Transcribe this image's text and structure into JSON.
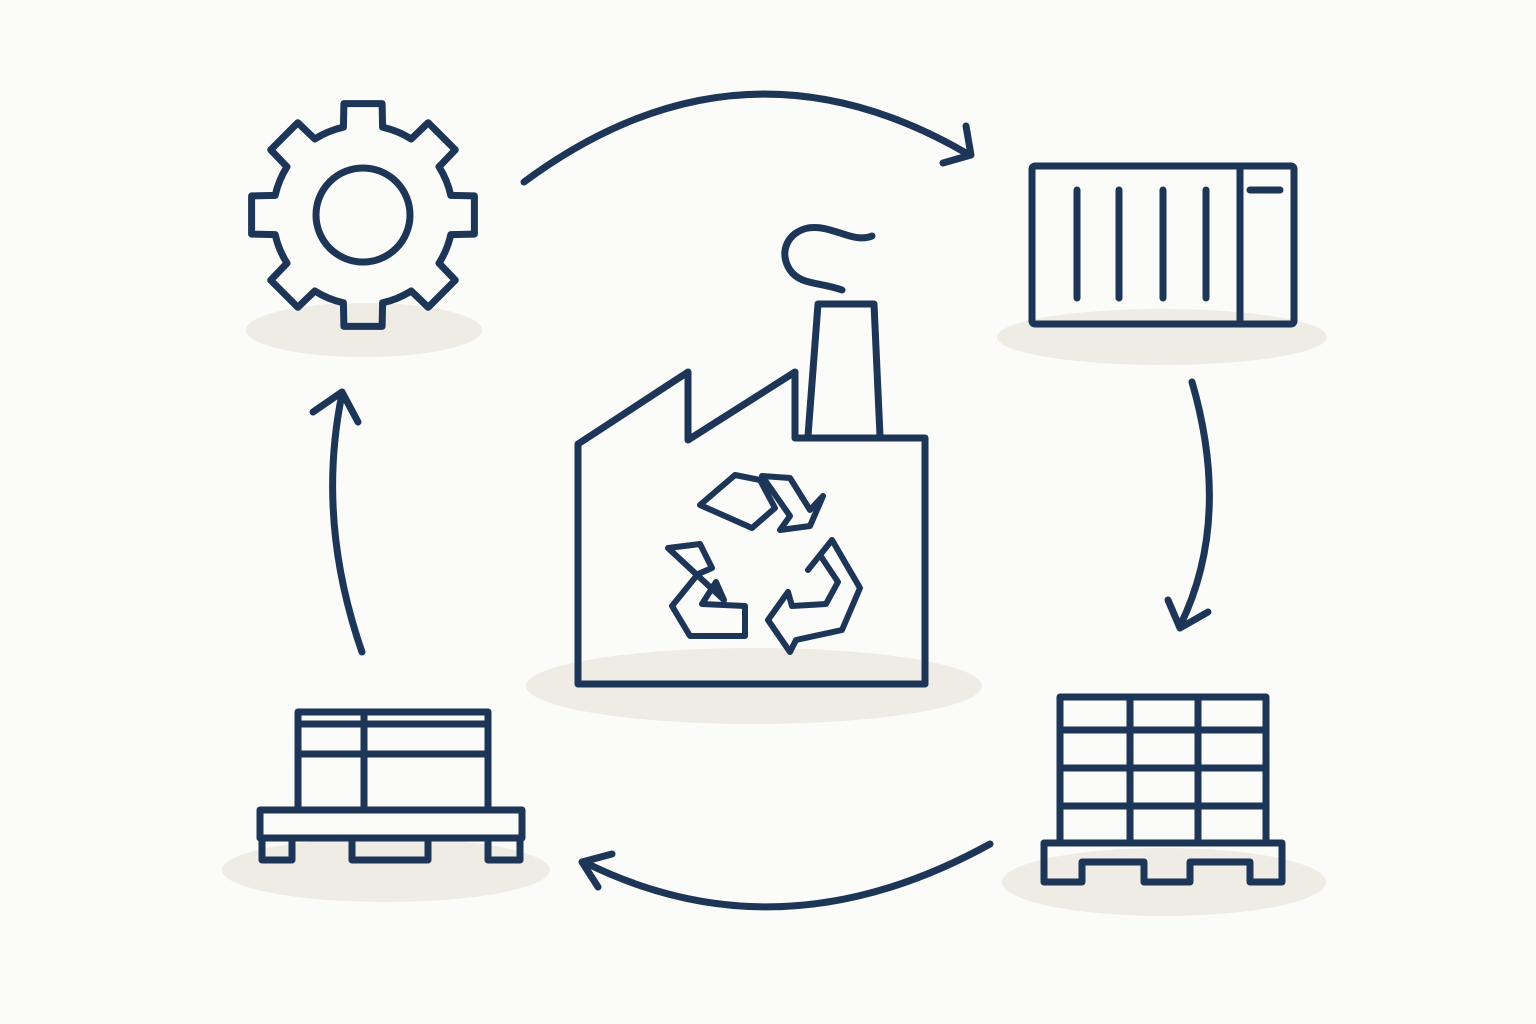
{
  "colors": {
    "background": "#fbfbfa",
    "stroke": "#1d3557",
    "shadow": "#efece6"
  },
  "cycle": {
    "nodes": [
      {
        "id": "gear",
        "icon": "gear-icon"
      },
      {
        "id": "container",
        "icon": "shipping-container-icon"
      },
      {
        "id": "stacked-pallet",
        "icon": "stacked-pallet-icon"
      },
      {
        "id": "boxed-pallet",
        "icon": "boxed-pallet-icon"
      }
    ],
    "center": {
      "id": "factory",
      "icon": "recycling-factory-icon"
    },
    "direction": "clockwise"
  }
}
